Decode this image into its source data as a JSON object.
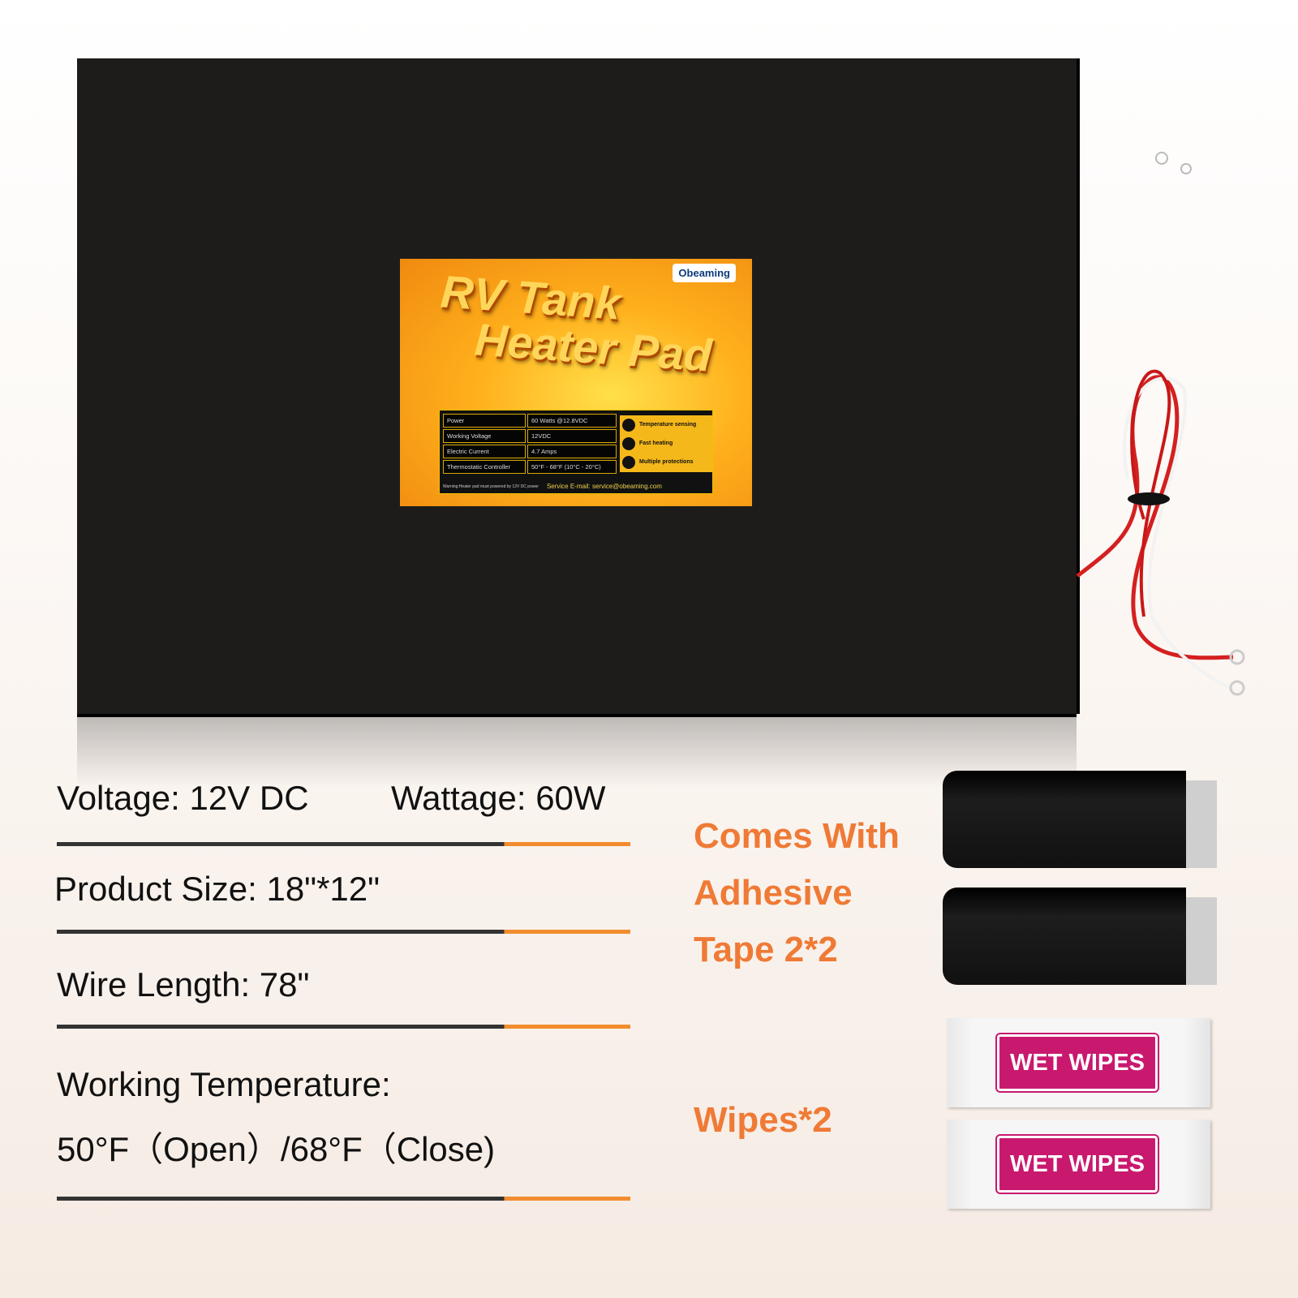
{
  "label": {
    "brand": "Obeaming",
    "title_line1": "RV Tank",
    "title_line2": "Heater Pad",
    "specs": [
      {
        "key": "Power",
        "value": "60 Watts @12.8VDC"
      },
      {
        "key": "Working Voltage",
        "value": "12VDC"
      },
      {
        "key": "Electric Current",
        "value": "4.7 Amps"
      },
      {
        "key": "Thermostatic Controller",
        "value": "50°F - 68°F (10°C - 20°C)"
      }
    ],
    "features": [
      "Temperature sensing",
      "Fast heating",
      "Multiple protections"
    ],
    "warning": "Warning:Heater pad must powered by 12V DC power",
    "service": "Service E-mail: service@obeaming.com"
  },
  "specs": {
    "voltage": "Voltage: 12V DC",
    "wattage": "Wattage: 60W",
    "size": "Product Size: 18\"*12\"",
    "wire": "Wire Length: 78\"",
    "temp_label": "Working Temperature:",
    "temp_value": "50°F（Open）/68°F（Close)"
  },
  "extras": {
    "tape_line1": "Comes With",
    "tape_line2": "Adhesive",
    "tape_line3": "Tape 2*2",
    "wipes_label": "Wipes*2",
    "wipe_text": "WET WIPES"
  }
}
